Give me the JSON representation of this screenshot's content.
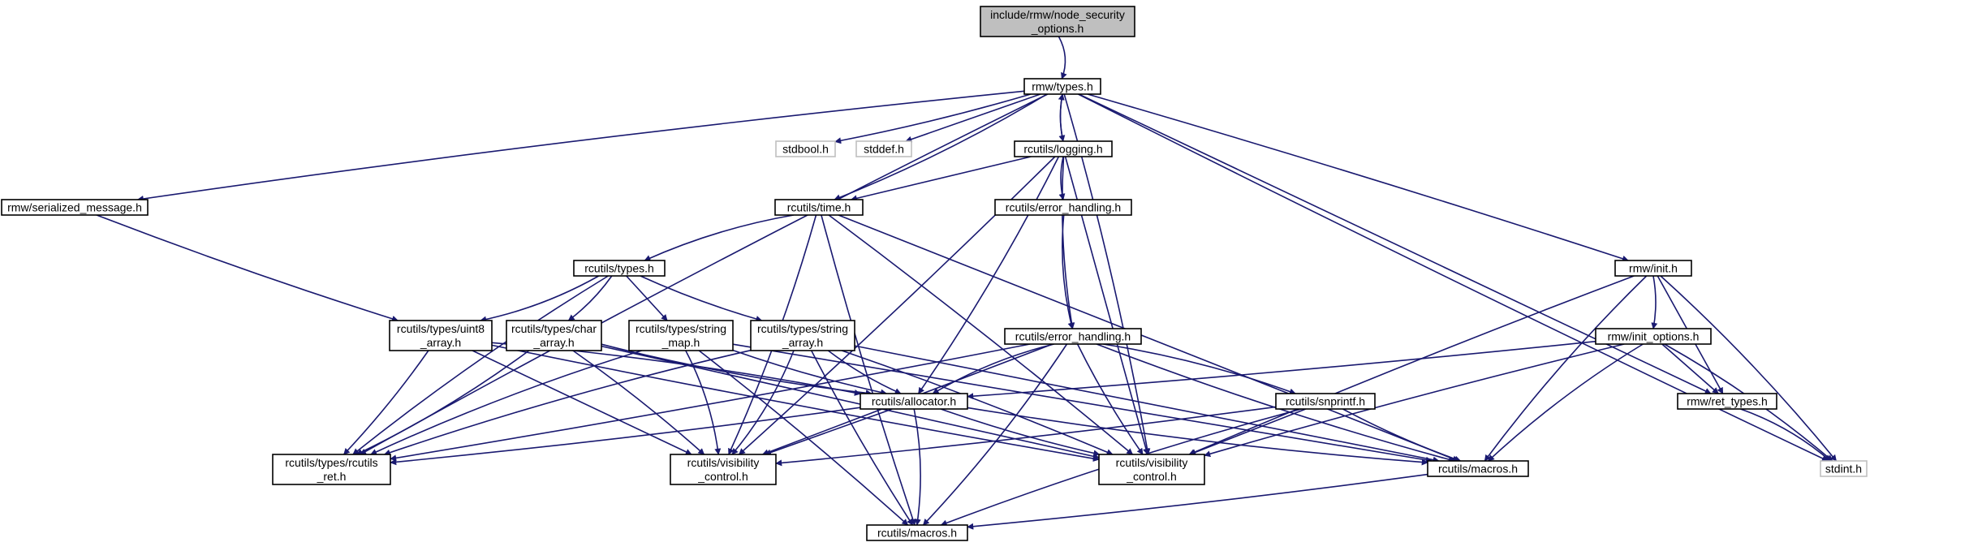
{
  "colors": {
    "edge": "#191970",
    "root_fill": "#bfbfbf",
    "external_border": "#bfbfbf"
  },
  "nodes": {
    "root": {
      "lines": [
        "include/rmw/node_security",
        "_options.h"
      ]
    },
    "rmw_types": {
      "lines": [
        "rmw/types.h"
      ]
    },
    "stdbool": {
      "lines": [
        "stdbool.h"
      ]
    },
    "stddef": {
      "lines": [
        "stddef.h"
      ]
    },
    "rcutils_logging": {
      "lines": [
        "rcutils/logging.h"
      ]
    },
    "rmw_serialized_message": {
      "lines": [
        "rmw/serialized_message.h"
      ]
    },
    "rcutils_time": {
      "lines": [
        "rcutils/time.h"
      ]
    },
    "rcutils_error_handling_top": {
      "lines": [
        "rcutils/error_handling.h"
      ]
    },
    "rcutils_types": {
      "lines": [
        "rcutils/types.h"
      ]
    },
    "rmw_init": {
      "lines": [
        "rmw/init.h"
      ]
    },
    "uint8_array": {
      "lines": [
        "rcutils/types/uint8",
        "_array.h"
      ]
    },
    "char_array": {
      "lines": [
        "rcutils/types/char",
        "_array.h"
      ]
    },
    "string_map": {
      "lines": [
        "rcutils/types/string",
        "_map.h"
      ]
    },
    "string_array": {
      "lines": [
        "rcutils/types/string",
        "_array.h"
      ]
    },
    "rcutils_error_handling_mid": {
      "lines": [
        "rcutils/error_handling.h"
      ]
    },
    "rmw_init_options": {
      "lines": [
        "rmw/init_options.h"
      ]
    },
    "rcutils_allocator": {
      "lines": [
        "rcutils/allocator.h"
      ]
    },
    "rcutils_snprintf": {
      "lines": [
        "rcutils/snprintf.h"
      ]
    },
    "rmw_ret_types": {
      "lines": [
        "rmw/ret_types.h"
      ]
    },
    "rcutils_ret": {
      "lines": [
        "rcutils/types/rcutils",
        "_ret.h"
      ]
    },
    "visibility_left": {
      "lines": [
        "rcutils/visibility",
        "_control.h"
      ]
    },
    "visibility_right": {
      "lines": [
        "rcutils/visibility",
        "_control.h"
      ]
    },
    "macros_right": {
      "lines": [
        "rcutils/macros.h"
      ]
    },
    "stdint": {
      "lines": [
        "stdint.h"
      ]
    },
    "macros_bottom": {
      "lines": [
        "rcutils/macros.h"
      ]
    }
  }
}
